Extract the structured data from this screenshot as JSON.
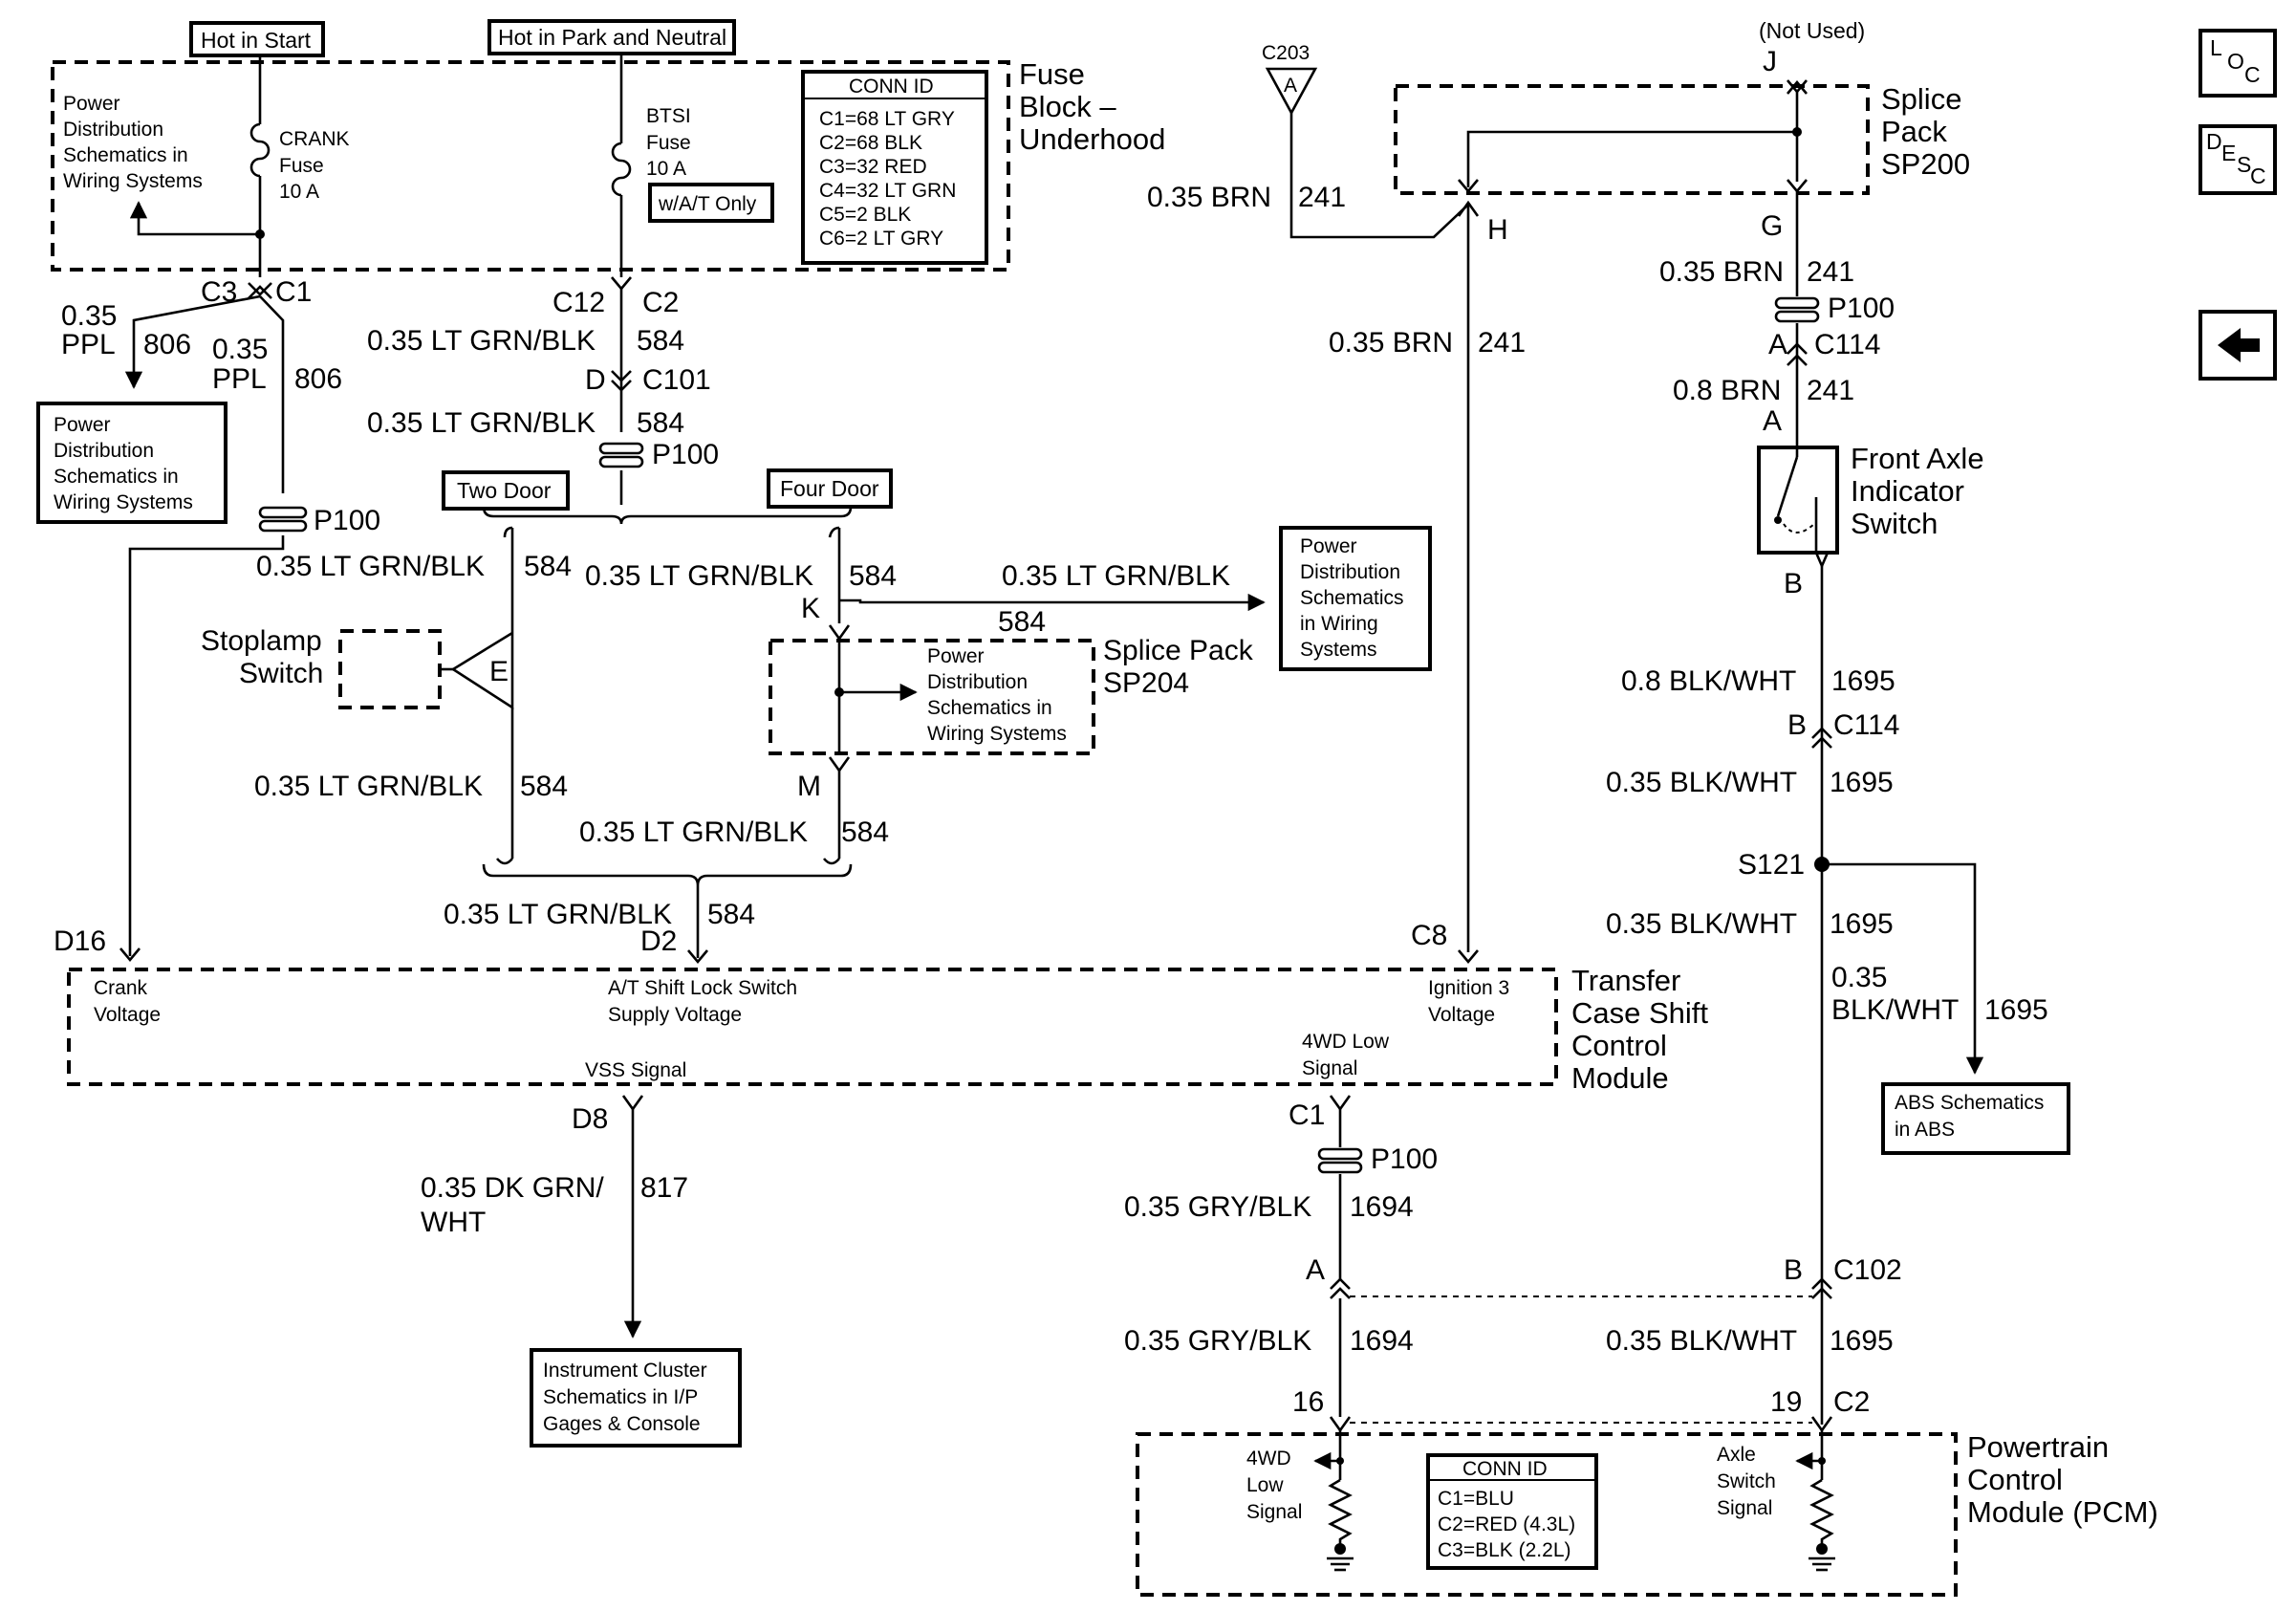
{
  "fuse_block": {
    "hot_in_start": "Hot in Start",
    "hot_in_park": "Hot in Park and Neutral",
    "title_line1": "Fuse",
    "title_line2": "Block –",
    "title_line3": "Underhood",
    "pd_line1": "Power",
    "pd_line2": "Distribution",
    "pd_line3": "Schematics in",
    "pd_line4": "Wiring Systems",
    "crank_fuse_1": "CRANK",
    "crank_fuse_2": "Fuse",
    "crank_fuse_3": "10 A",
    "btsi_fuse_1": "BTSI",
    "btsi_fuse_2": "Fuse",
    "btsi_fuse_3": "10 A",
    "wat_only": "w/A/T Only",
    "conn_title": "CONN ID",
    "conn": [
      "C1=68 LT GRY",
      "C2=68 BLK",
      "C3=32 RED",
      "C4=32 LT GRN",
      "C5=2 BLK",
      "C6=2 LT GRY"
    ]
  },
  "left_circuit": {
    "c3": "C3",
    "c1": "C1",
    "ppl_size_a": "0.35",
    "ppl_a": "PPL",
    "ppl_ckt_a": "806",
    "ppl_size_b": "0.35",
    "ppl_b": "PPL",
    "ppl_ckt_b": "806",
    "pd_box": [
      "Power",
      "Distribution",
      "Schematics in",
      "Wiring Systems"
    ],
    "p100": "P100",
    "wire_ltgrn": "0.35 LT GRN/BLK",
    "ckt_584": "584",
    "d16": "D16"
  },
  "center_circuit": {
    "c12": "C12",
    "c2": "C2",
    "wire1": "0.35 LT GRN/BLK",
    "ckt1": "584",
    "d": "D",
    "c101": "C101",
    "wire2": "0.35 LT GRN/BLK",
    "ckt2": "584",
    "p100": "P100",
    "two_door": "Two Door",
    "four_door": "Four Door",
    "stoplamp_1": "Stoplamp",
    "stoplamp_2": "Switch",
    "e": "E",
    "wire_left_top": "0.35 LT GRN/BLK",
    "ckt_left_top": "584",
    "wire_mid_top": "0.35 LT GRN/BLK",
    "ckt_mid_top": "584",
    "k": "K",
    "wire_branch": "0.35 LT GRN/BLK",
    "ckt_branch": "584",
    "pd_right": [
      "Power",
      "Distribution",
      "Schematics",
      "in Wiring",
      "Systems"
    ],
    "splice_1": "Splice Pack",
    "splice_2": "SP204",
    "splice_pd": [
      "Power",
      "Distribution",
      "Schematics in",
      "Wiring Systems"
    ],
    "m": "M",
    "wire_left_bot": "0.35 LT GRN/BLK",
    "ckt_left_bot": "584",
    "wire_mid_bot": "0.35 LT GRN/BLK",
    "ckt_mid_bot": "584",
    "wire_d2": "0.35 LT GRN/BLK",
    "ckt_d2": "584",
    "d2": "D2",
    "c8": "C8",
    "wire_c8": "0.35 BRN",
    "ckt_c8": "241"
  },
  "tcscm": {
    "title": [
      "Transfer",
      "Case Shift",
      "Control",
      "Module"
    ],
    "crank_1": "Crank",
    "crank_2": "Voltage",
    "at_1": "A/T Shift Lock Switch",
    "at_2": "Supply Voltage",
    "ign_1": "Ignition 3",
    "ign_2": "Voltage",
    "vss": "VSS Signal",
    "fwd_1": "4WD Low",
    "fwd_2": "Signal"
  },
  "vss_circuit": {
    "d8": "D8",
    "wire_1": "0.35 DK GRN/",
    "wire_2": "WHT",
    "ckt": "817",
    "ic": [
      "Instrument Cluster",
      "Schematics in I/P",
      "Gages & Console"
    ]
  },
  "fwd_circuit": {
    "c1": "C1",
    "p100": "P100",
    "wire1": "0.35 GRY/BLK",
    "ckt1": "1694",
    "a": "A",
    "wire2": "0.35 GRY/BLK",
    "ckt2": "1694",
    "pin16": "16"
  },
  "right_circuit": {
    "c203": "C203",
    "c203_pin": "A",
    "not_used": "(Not Used)",
    "j": "J",
    "splice_1": "Splice",
    "splice_2": "Pack",
    "splice_3": "SP200",
    "wire_brn": "0.35 BRN",
    "ckt_brn": "241",
    "h": "H",
    "g": "G",
    "wire_g": "0.35 BRN",
    "ckt_g": "241",
    "p100": "P100",
    "a_c114": "A",
    "c114": "C114",
    "wire_08": "0.8 BRN",
    "ckt_08": "241",
    "a_sw": "A",
    "switch_1": "Front Axle",
    "switch_2": "Indicator",
    "switch_3": "Switch",
    "b_sw": "B",
    "wire_bw1": "0.8 BLK/WHT",
    "ckt_bw1": "1695",
    "b_c114": "B",
    "c114b": "C114",
    "wire_bw2": "0.35 BLK/WHT",
    "ckt_bw2": "1695",
    "s121": "S121",
    "wire_bw3": "0.35 BLK/WHT",
    "ckt_bw3": "1695",
    "abs_wire_1": "0.35",
    "abs_wire_2": "BLK/WHT",
    "abs_ckt": "1695",
    "abs": [
      "ABS Schematics",
      "in ABS"
    ],
    "b_c102": "B",
    "c102": "C102",
    "wire_bw4": "0.35 BLK/WHT",
    "ckt_bw4": "1695",
    "pin19": "19",
    "c2": "C2"
  },
  "pcm": {
    "title": [
      "Powertrain",
      "Control",
      "Module (PCM)"
    ],
    "fwd": [
      "4WD",
      "Low",
      "Signal"
    ],
    "axle": [
      "Axle",
      "Switch",
      "Signal"
    ],
    "conn_title": "CONN ID",
    "conn": [
      "C1=BLU",
      "C2=RED (4.3L)",
      "C3=BLK (2.2L)"
    ]
  },
  "side_icons": {
    "loc": [
      "L",
      "O",
      "C"
    ],
    "desc": [
      "D",
      "E",
      "S",
      "C"
    ]
  }
}
